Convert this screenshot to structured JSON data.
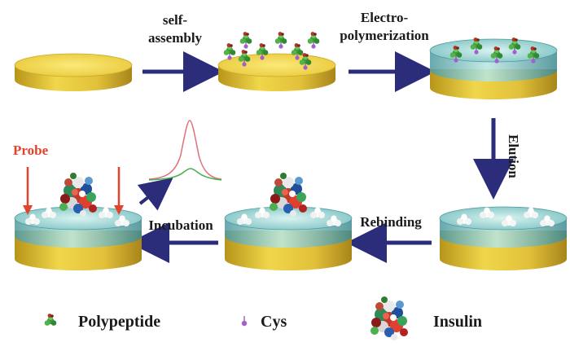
{
  "steps": {
    "self_assembly": [
      "self-",
      "assembly"
    ],
    "electro_polymerization": [
      "Electro-",
      "polymerization"
    ],
    "elution": "Elution",
    "rebinding": "Rebinding",
    "incubation": "Incubation",
    "probe": "Probe"
  },
  "legend": {
    "polypeptide": "Polypeptide",
    "cys": "Cys",
    "insulin": "Insulin"
  },
  "colors": {
    "gold_top": "#f2d447",
    "gold_side": "#c9a81c",
    "polymer_film": "#6fb3b3",
    "arrow": "#2b2d7a",
    "probe_arrow": "#e0452b",
    "signal_red": "#e0707a",
    "signal_green": "#4caf50"
  }
}
